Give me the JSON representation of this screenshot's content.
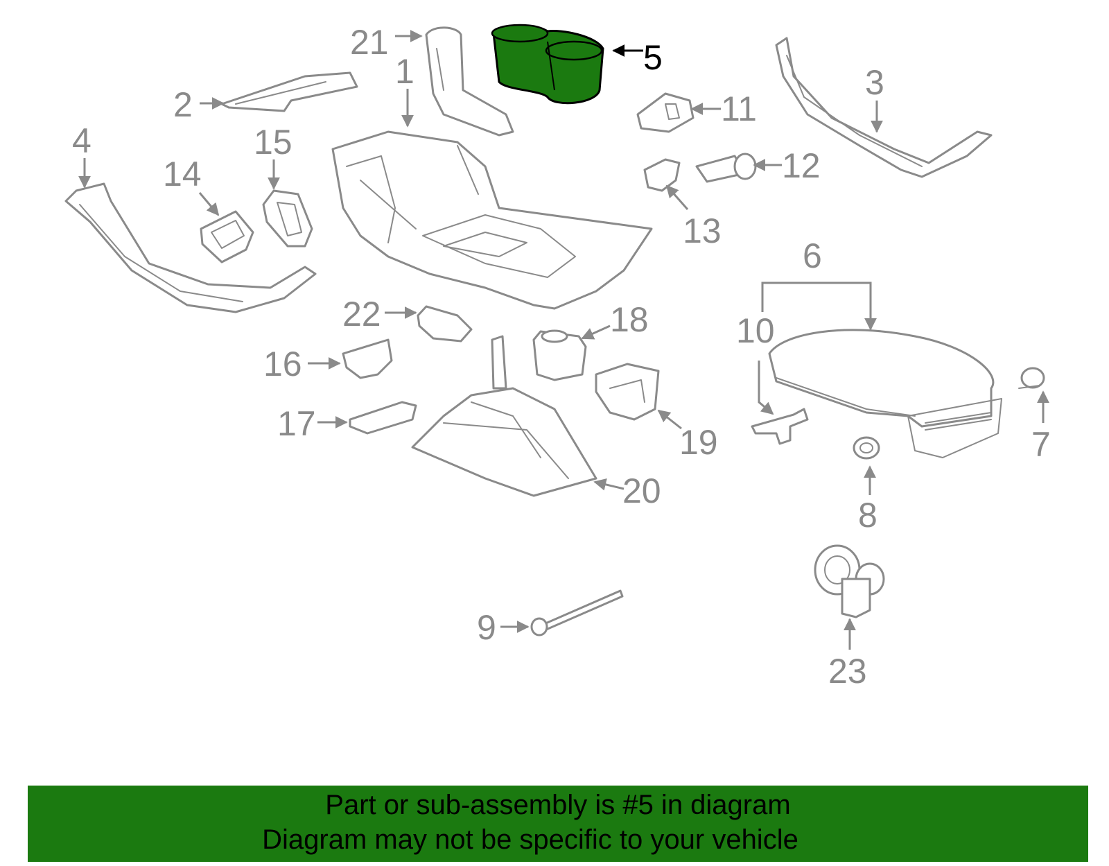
{
  "diagram": {
    "highlighted_part": "5",
    "highlight_color": "#1b7a10",
    "line_color": "#8a8a8a",
    "callouts": {
      "c1": "1",
      "c2": "2",
      "c3": "3",
      "c4": "4",
      "c5": "5",
      "c6": "6",
      "c7": "7",
      "c8": "8",
      "c9": "9",
      "c10": "10",
      "c11": "11",
      "c12": "12",
      "c13": "13",
      "c14": "14",
      "c15": "15",
      "c16": "16",
      "c17": "17",
      "c18": "18",
      "c19": "19",
      "c20": "20",
      "c21": "21",
      "c22": "22",
      "c23": "23"
    }
  },
  "banner": {
    "background": "#1b7a10",
    "line1": "Part or sub-assembly is #5 in diagram",
    "line2": "Diagram may not be specific to your vehicle"
  }
}
